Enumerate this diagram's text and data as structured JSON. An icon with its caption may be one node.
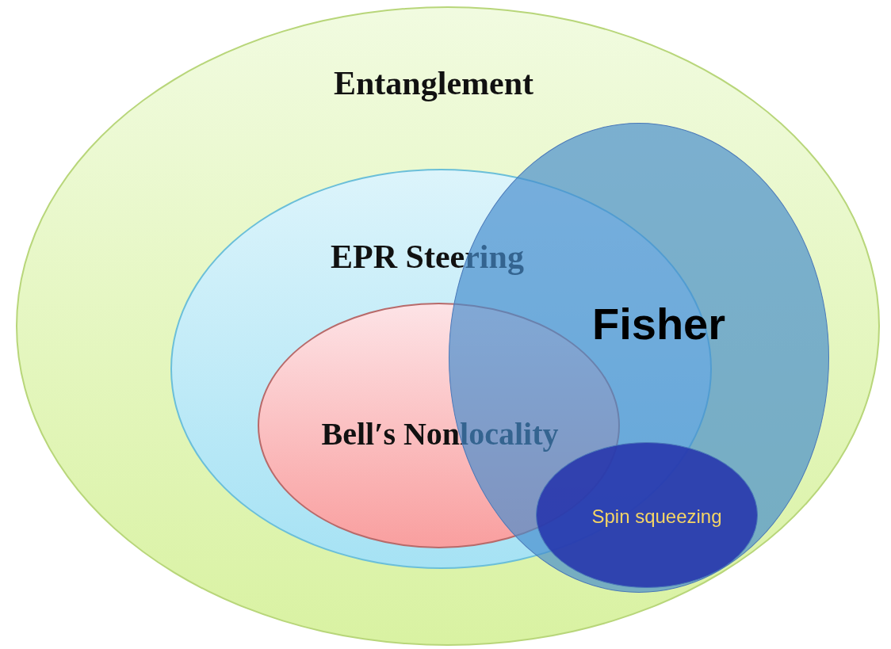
{
  "diagram": {
    "nodes": [
      {
        "text": [
          "Entanglement"
        ]
      },
      {
        "text": [
          "EPR Steering"
        ],
        "in": 0
      },
      {
        "text": [
          "Bell′s Nonlocality"
        ],
        "in": 1
      },
      {
        "text": [
          "Fisher"
        ],
        "in": 0
      },
      {
        "text": [
          "Spin squeezing"
        ],
        "in": 3
      }
    ]
  }
}
